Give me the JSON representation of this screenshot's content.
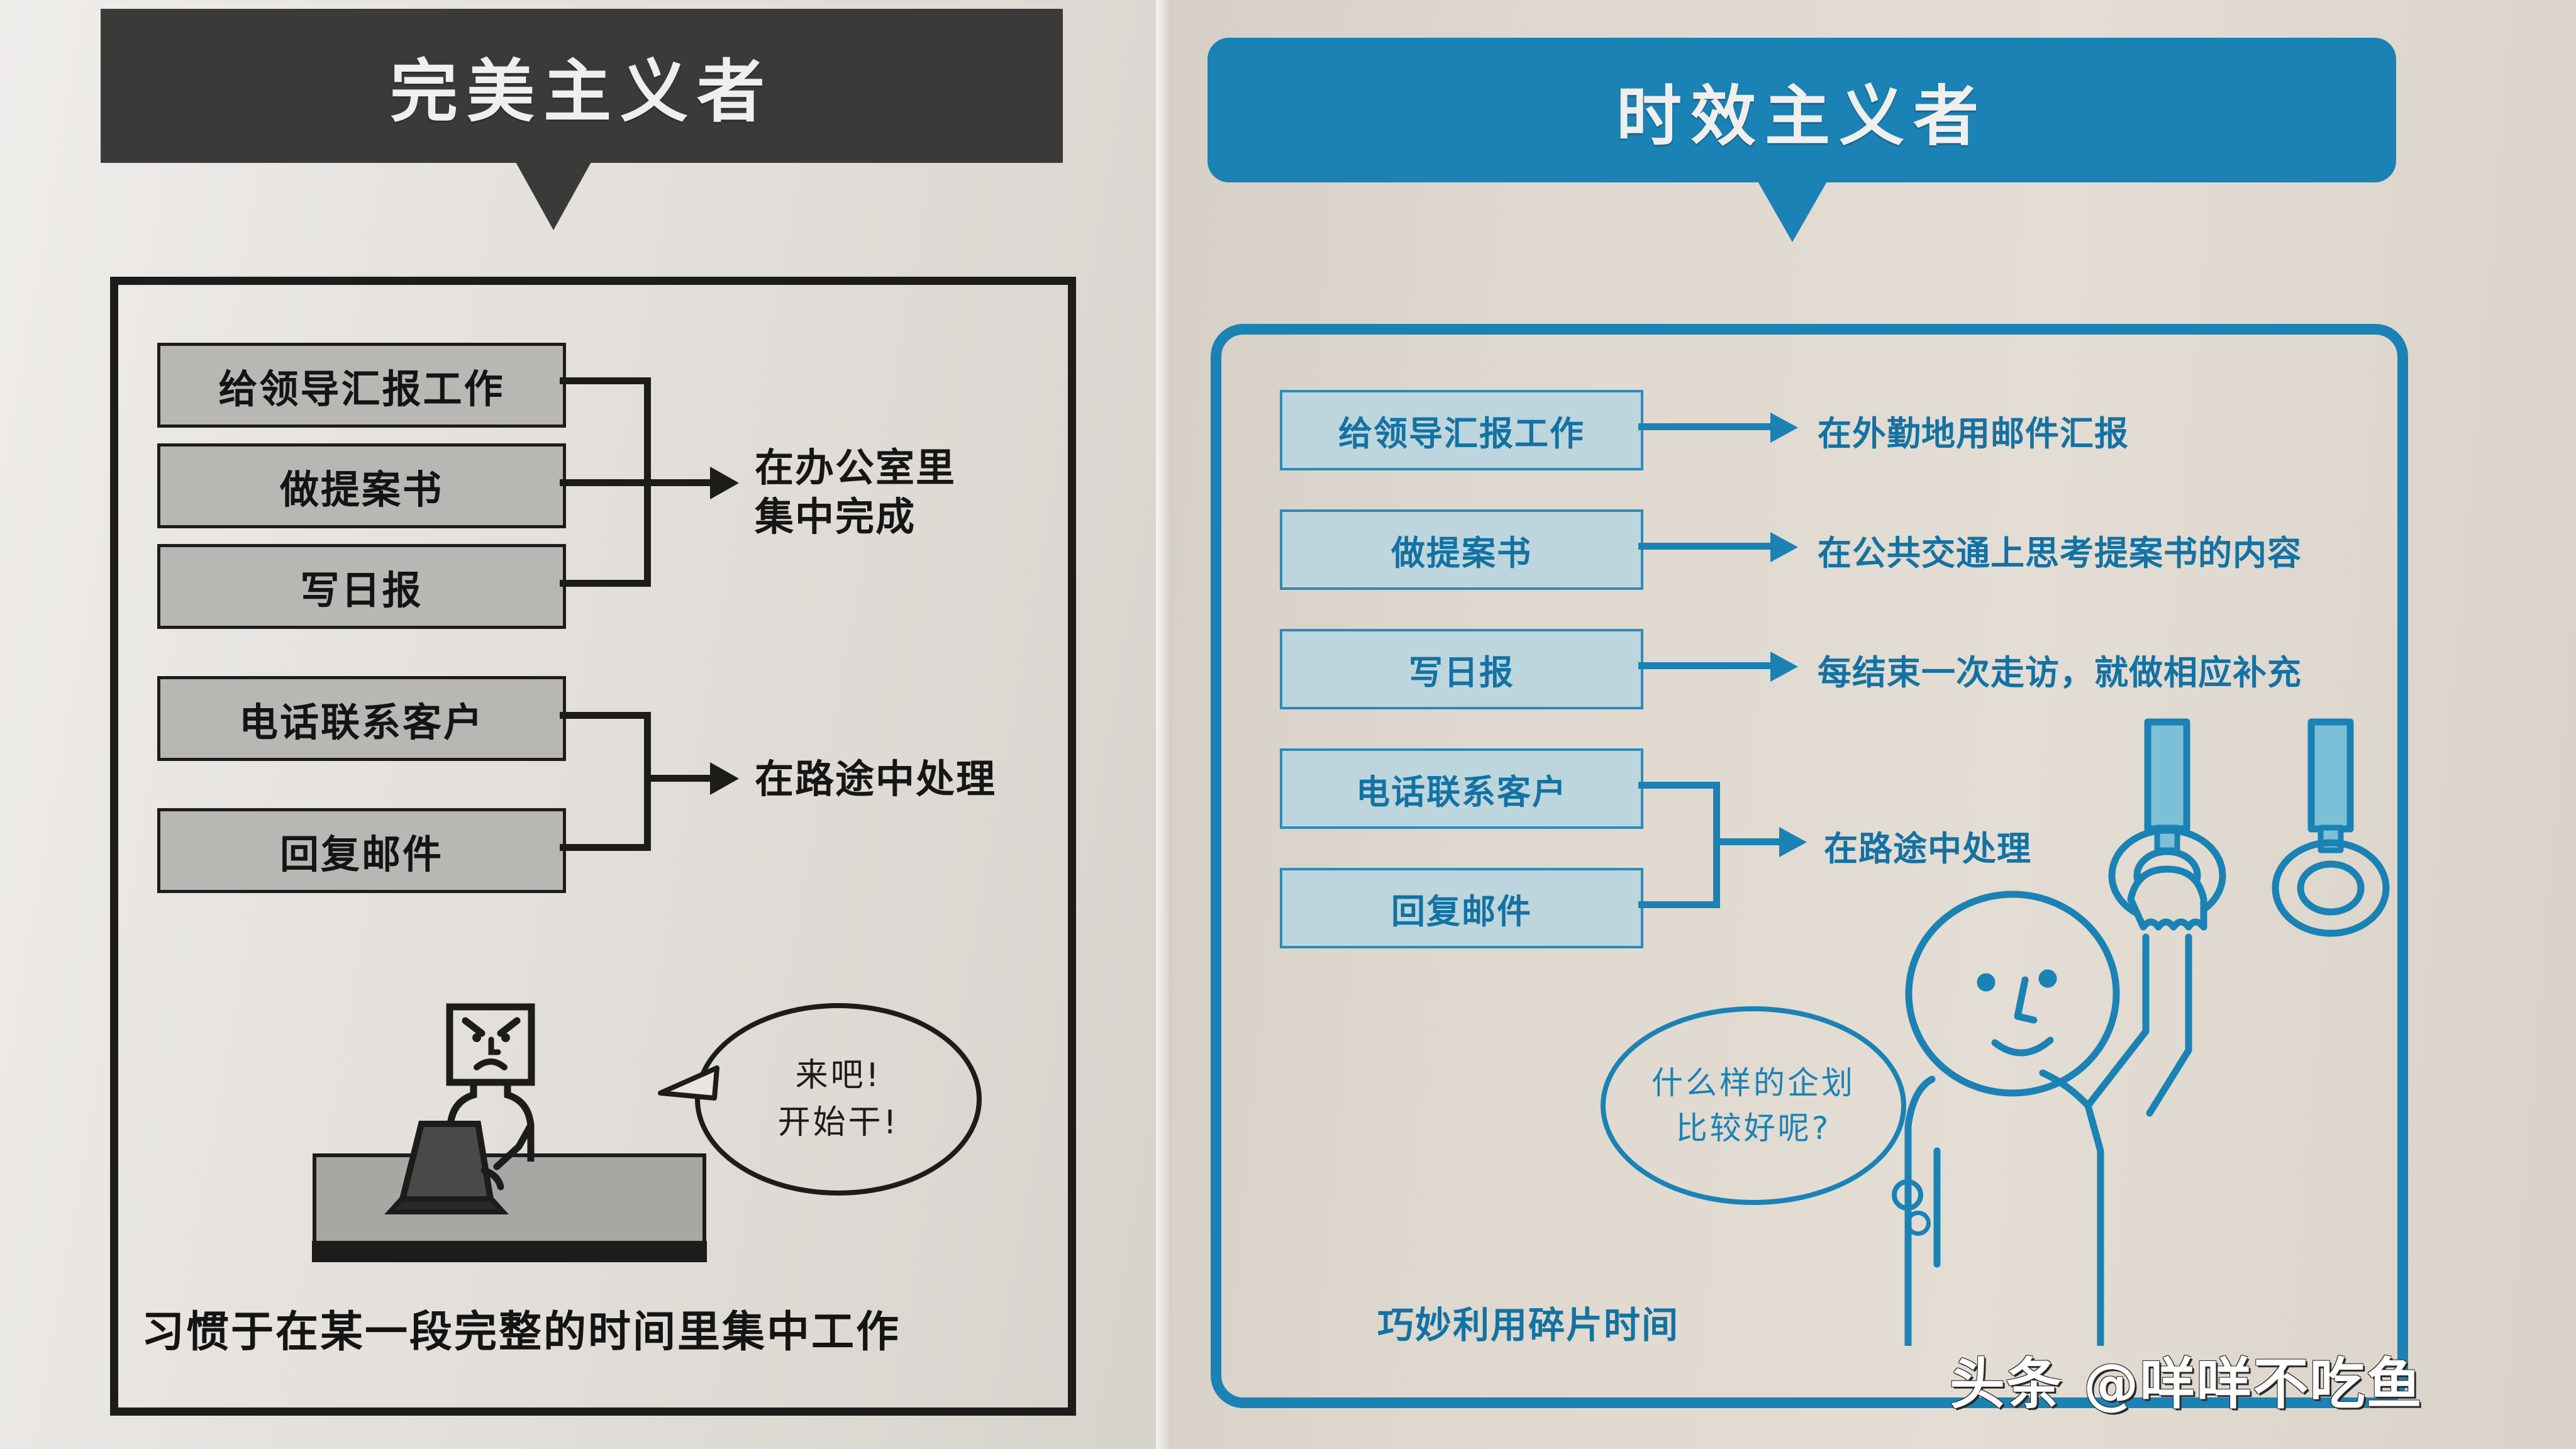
{
  "left_panel": {
    "title": "完美主义者",
    "tasks": [
      {
        "label": "给领导汇报工作"
      },
      {
        "label": "做提案书"
      },
      {
        "label": "写日报"
      },
      {
        "label": "电话联系客户"
      },
      {
        "label": "回复邮件"
      }
    ],
    "results": [
      {
        "line1": "在办公室里",
        "line2": "集中完成"
      },
      {
        "line1": "在路途中处理",
        "line2": ""
      }
    ],
    "bubble": {
      "line1": "来吧!",
      "line2": "开始干!"
    },
    "caption": "习惯于在某一段完整的时间里集中工作",
    "illustration": "angry-person-at-laptop-icon"
  },
  "right_panel": {
    "title": "时效主义者",
    "tasks": [
      {
        "label": "给领导汇报工作"
      },
      {
        "label": "做提案书"
      },
      {
        "label": "写日报"
      },
      {
        "label": "电话联系客户"
      },
      {
        "label": "回复邮件"
      }
    ],
    "results": [
      {
        "text": "在外勤地用邮件汇报"
      },
      {
        "text": "在公共交通上思考提案书的内容"
      },
      {
        "text": "每结束一次走访，就做相应补充"
      },
      {
        "text": "在路途中处理"
      }
    ],
    "bubble": {
      "line1": "什么样的企划",
      "line2": "比较好呢?"
    },
    "caption": "巧妙利用碎片时间",
    "illustration": "person-holding-train-strap-icon"
  },
  "watermark": "头条 @咩咩不吃鱼",
  "colors": {
    "dark": "#3a3a38",
    "blue": "#1a82b4",
    "blue_text": "#1372a3",
    "box_gray": "#b9b7b3",
    "box_blue": "#bdd6dd",
    "paper_left": "#e6e3df",
    "paper_right": "#ddd6cc"
  }
}
